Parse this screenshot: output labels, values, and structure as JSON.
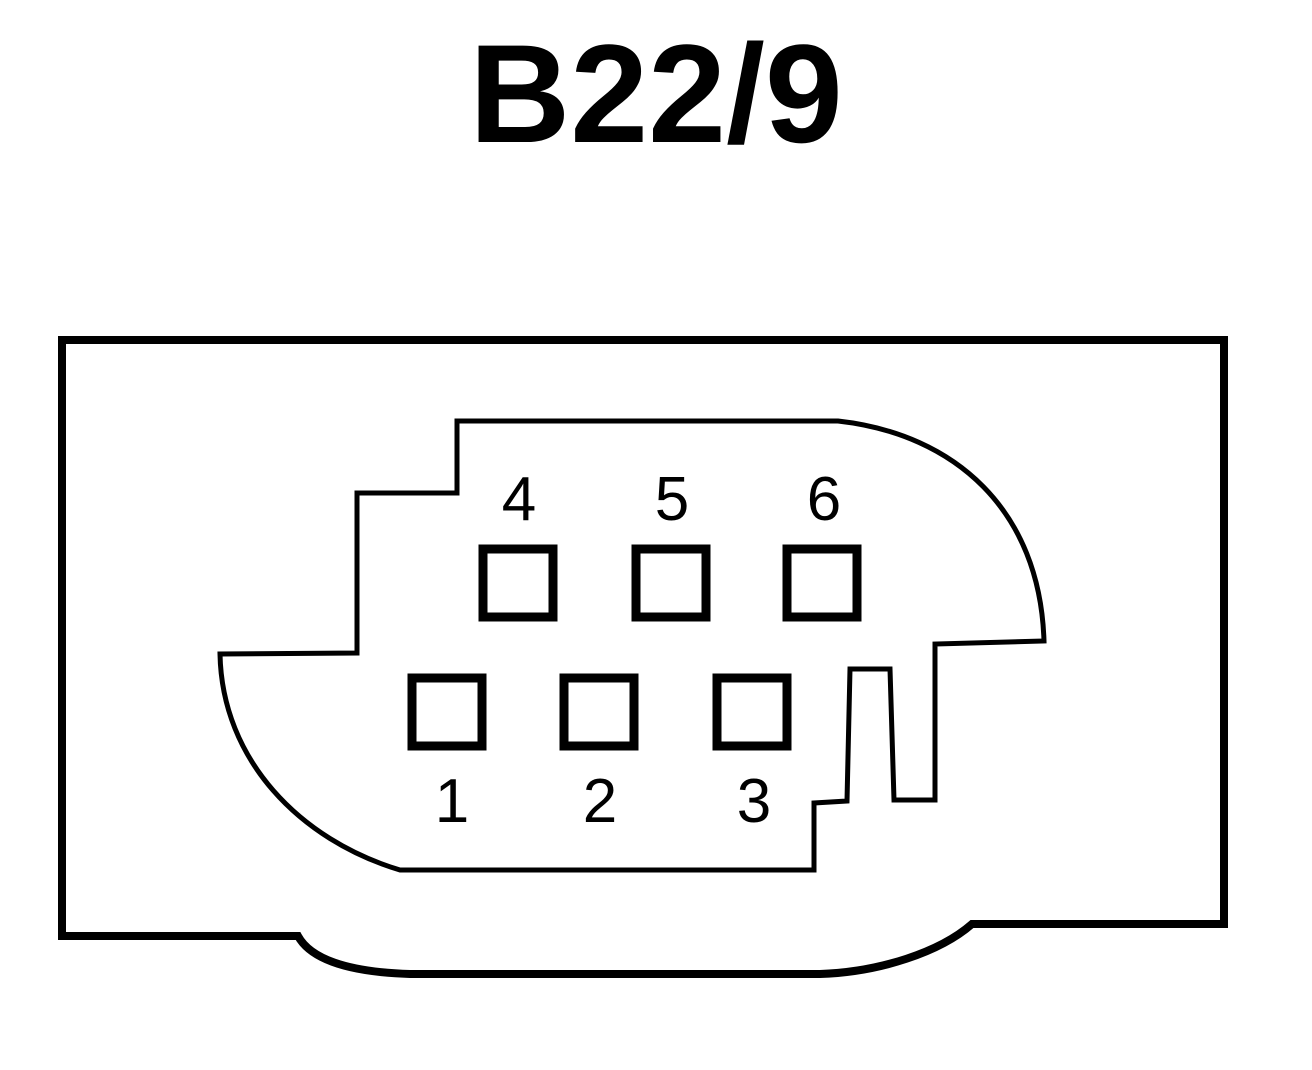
{
  "title": "B22/9",
  "pins": [
    {
      "label": "1"
    },
    {
      "label": "2"
    },
    {
      "label": "3"
    },
    {
      "label": "4"
    },
    {
      "label": "5"
    },
    {
      "label": "6"
    }
  ]
}
